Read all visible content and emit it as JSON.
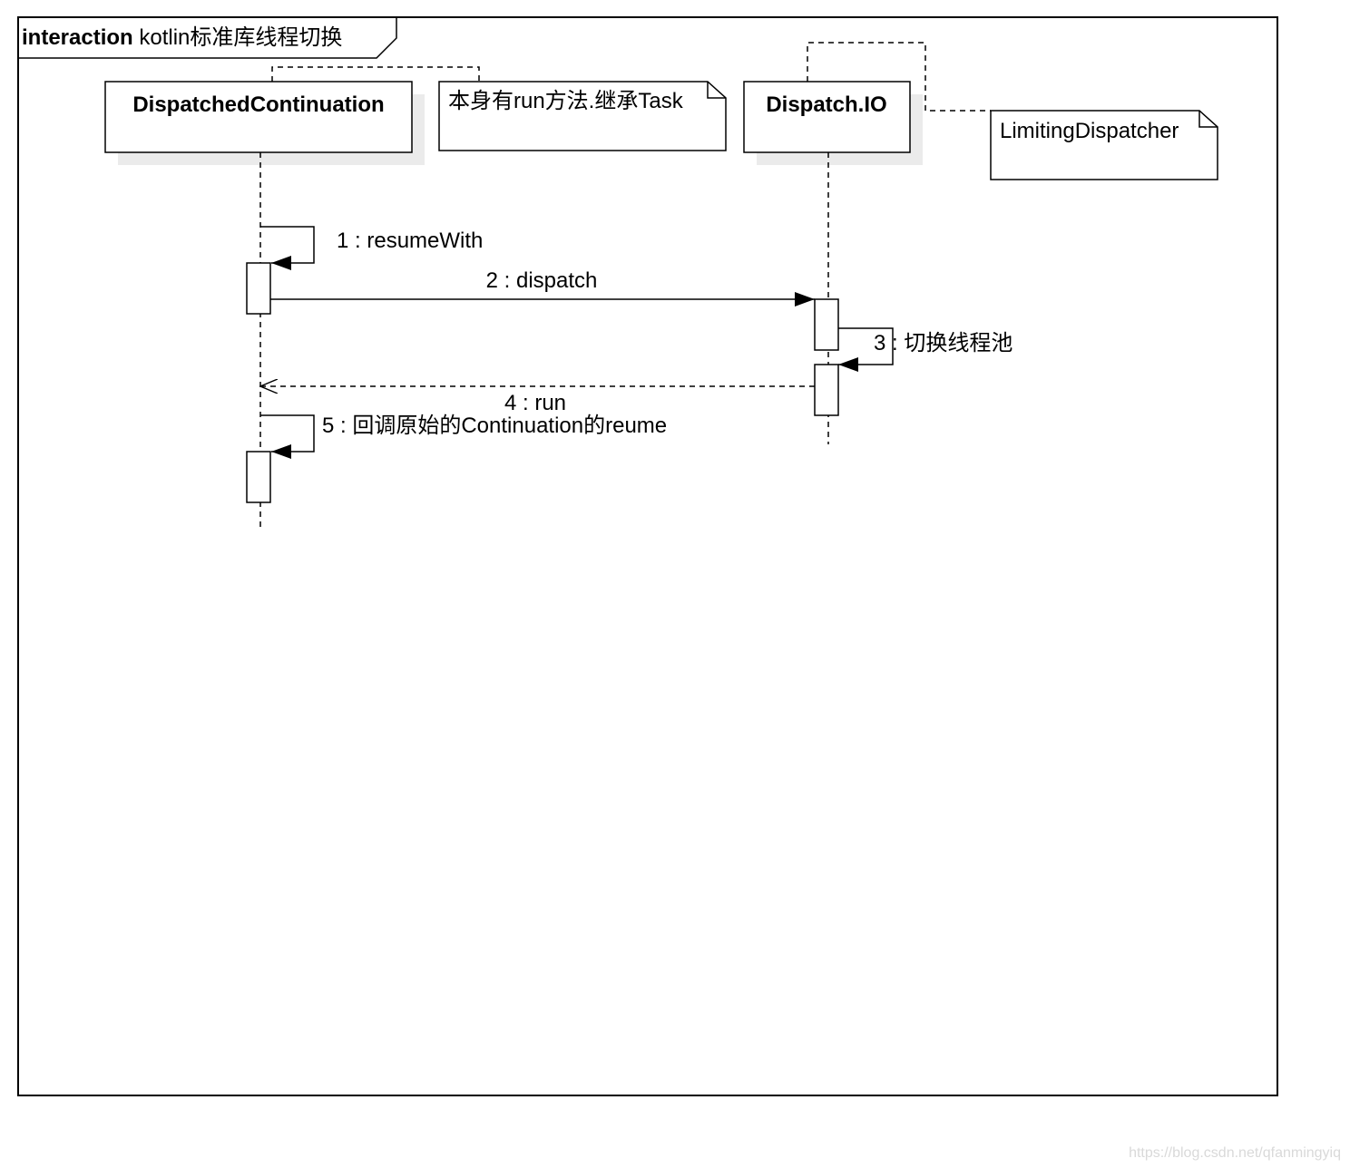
{
  "frame": {
    "keyword": "interaction",
    "title": "kotlin标准库线程切换"
  },
  "lifelines": [
    {
      "id": "dc",
      "label": "DispatchedContinuation"
    },
    {
      "id": "io",
      "label": "Dispatch.IO"
    }
  ],
  "notes": [
    {
      "id": "note-task",
      "text": "本身有run方法.继承Task"
    },
    {
      "id": "note-limiting",
      "text": "LimitingDispatcher"
    }
  ],
  "messages": [
    {
      "id": "m1",
      "label": "1 : resumeWith",
      "from": "dc",
      "to": "dc",
      "kind": "sync-self"
    },
    {
      "id": "m2",
      "label": "2 : dispatch",
      "from": "dc",
      "to": "io",
      "kind": "sync"
    },
    {
      "id": "m3",
      "label": "3 : 切换线程池",
      "from": "io",
      "to": "io",
      "kind": "sync-self"
    },
    {
      "id": "m4",
      "label": "4 : run",
      "from": "io",
      "to": "dc",
      "kind": "reply"
    },
    {
      "id": "m5",
      "label": "5 : 回调原始的Continuation的reume",
      "from": "dc",
      "to": "dc",
      "kind": "sync-self"
    }
  ],
  "watermark": "https://blog.csdn.net/qfanmingyiq"
}
